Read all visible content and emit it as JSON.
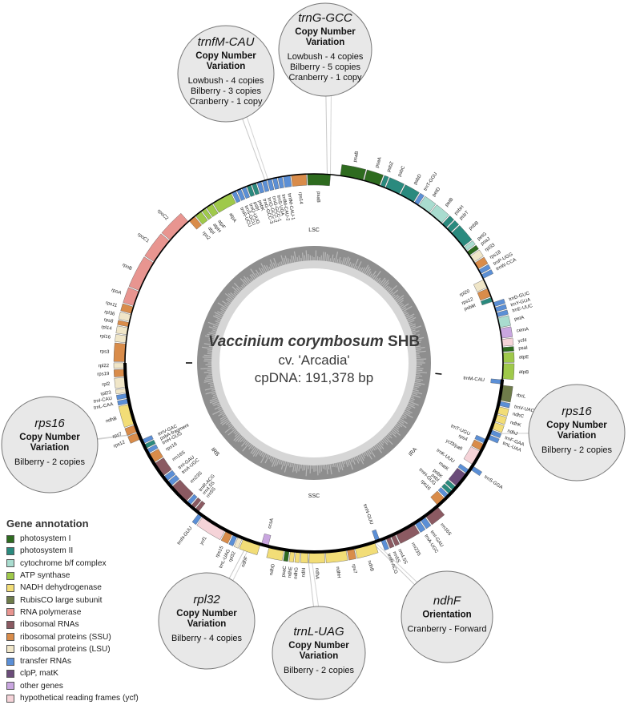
{
  "title": {
    "species": "Vaccinium corymbosum",
    "abbr": "SHB",
    "cultivar": "cv. 'Arcadia'",
    "genome": "cpDNA: 191,378 bp"
  },
  "regions": [
    "LSC",
    "IRA",
    "SSC",
    "IRB"
  ],
  "callouts": [
    {
      "gene": "trnG-GCC",
      "subtitle": [
        "Copy Number",
        "Variation"
      ],
      "lines": [
        "Lowbush - 4 copies",
        "Bilberry - 5 copies",
        "Cranberry - 1 copy"
      ]
    },
    {
      "gene": "trnfM-CAU",
      "subtitle": [
        "Copy Number",
        "Variation"
      ],
      "lines": [
        "Lowbush - 4 copies",
        "Bilberry - 3 copies",
        "Cranberry - 1 copy"
      ]
    },
    {
      "gene": "rps16",
      "subtitle": [
        "Copy Number",
        "Variation"
      ],
      "lines": [
        "Bilberry - 2 copies"
      ]
    },
    {
      "gene": "rps16",
      "subtitle": [
        "Copy Number",
        "Variation"
      ],
      "lines": [
        "Bilberry - 2 copies"
      ]
    },
    {
      "gene": "rpl32",
      "subtitle": [
        "Copy Number",
        "Variation"
      ],
      "lines": [
        "Bilberry - 4 copies"
      ]
    },
    {
      "gene": "trnL-UAG",
      "subtitle": [
        "Copy Number",
        "Variation"
      ],
      "lines": [
        "Bilberry - 2 copies"
      ]
    },
    {
      "gene": "ndhF",
      "subtitle": [
        "Orientation"
      ],
      "lines": [
        "Cranberry - Forward"
      ]
    }
  ],
  "legend": {
    "title": "Gene annotation",
    "items": [
      {
        "label": "photosystem I",
        "color": "#2e6b1f"
      },
      {
        "label": "photosystem II",
        "color": "#2a8a7e"
      },
      {
        "label": "cytochrome b/f complex",
        "color": "#a9dccf"
      },
      {
        "label": "ATP synthase",
        "color": "#9fc94a"
      },
      {
        "label": "NADH dehydrogenase",
        "color": "#f2dd77"
      },
      {
        "label": "RubisCO large subunit",
        "color": "#6e7c4a"
      },
      {
        "label": "RNA polymerase",
        "color": "#e89590"
      },
      {
        "label": "ribosomal RNAs",
        "color": "#8b5a62"
      },
      {
        "label": "ribosomal proteins (SSU)",
        "color": "#d98c4a"
      },
      {
        "label": "ribosomal proteins (LSU)",
        "color": "#f0e6c8"
      },
      {
        "label": "transfer RNAs",
        "color": "#5b8fd6"
      },
      {
        "label": "clpP, matK",
        "color": "#6b4c7a"
      },
      {
        "label": "other genes",
        "color": "#c9a6e0"
      },
      {
        "label": "hypothetical reading frames (ycf)",
        "color": "#f5d3d8"
      }
    ]
  },
  "genes": [
    {
      "name": "psaB",
      "cat": "photosystem I",
      "out": true
    },
    {
      "name": "psaA",
      "cat": "photosystem I",
      "out": true
    },
    {
      "name": "psbZ",
      "cat": "photosystem II",
      "out": true
    },
    {
      "name": "psbC",
      "cat": "photosystem II",
      "out": true
    },
    {
      "name": "psbD",
      "cat": "photosystem II",
      "out": true
    },
    {
      "name": "trnT-GGU",
      "cat": "transfer RNAs",
      "out": true
    },
    {
      "name": "petD",
      "cat": "cytochrome b/f complex",
      "out": true
    },
    {
      "name": "petB",
      "cat": "cytochrome b/f complex",
      "out": true
    },
    {
      "name": "psbH",
      "cat": "photosystem II",
      "out": true
    },
    {
      "name": "psbT",
      "cat": "photosystem II",
      "out": true
    },
    {
      "name": "psbB",
      "cat": "photosystem II",
      "out": true
    },
    {
      "name": "petG",
      "cat": "cytochrome b/f complex",
      "out": true
    },
    {
      "name": "psaJ",
      "cat": "photosystem I",
      "out": true
    },
    {
      "name": "rpl33",
      "cat": "ribosomal proteins (LSU)",
      "out": true
    },
    {
      "name": "rps18",
      "cat": "ribosomal proteins (SSU)",
      "out": true
    },
    {
      "name": "trnP-UGG",
      "cat": "transfer RNAs",
      "out": true
    },
    {
      "name": "trnW-CCA",
      "cat": "transfer RNAs",
      "out": true
    },
    {
      "name": "rpl20",
      "cat": "ribosomal proteins (LSU)",
      "out": false
    },
    {
      "name": "rps12",
      "cat": "ribosomal proteins (SSU)",
      "out": false
    },
    {
      "name": "psbM",
      "cat": "photosystem II",
      "out": false
    },
    {
      "name": "trnD-GUC",
      "cat": "transfer RNAs",
      "out": true
    },
    {
      "name": "trnY-GUA",
      "cat": "transfer RNAs",
      "out": true
    },
    {
      "name": "trnE-UUC",
      "cat": "transfer RNAs",
      "out": true
    },
    {
      "name": "petA",
      "cat": "cytochrome b/f complex",
      "out": true
    },
    {
      "name": "cemA",
      "cat": "other genes",
      "out": true
    },
    {
      "name": "ycf4",
      "cat": "hypothetical reading frames (ycf)",
      "out": true
    },
    {
      "name": "psaI",
      "cat": "photosystem I",
      "out": true
    },
    {
      "name": "atpE",
      "cat": "ATP synthase",
      "out": true
    },
    {
      "name": "atpB",
      "cat": "ATP synthase",
      "out": true
    },
    {
      "name": "trnM-CAU",
      "cat": "transfer RNAs",
      "out": false
    },
    {
      "name": "rbcL",
      "cat": "RubisCO large subunit",
      "out": true
    },
    {
      "name": "trnV-UAC",
      "cat": "transfer RNAs",
      "out": true
    },
    {
      "name": "ndhC",
      "cat": "NADH dehydrogenase",
      "out": true
    },
    {
      "name": "ndhK",
      "cat": "NADH dehydrogenase",
      "out": true
    },
    {
      "name": "ndhJ",
      "cat": "NADH dehydrogenase",
      "out": true
    },
    {
      "name": "trnF-GAA",
      "cat": "transfer RNAs",
      "out": true
    },
    {
      "name": "trnL-UAA",
      "cat": "transfer RNAs",
      "out": true
    },
    {
      "name": "trnT-UGU",
      "cat": "transfer RNAs",
      "out": false
    },
    {
      "name": "rps4",
      "cat": "ribosomal proteins (SSU)",
      "out": false
    },
    {
      "name": "ycf3/pafI",
      "cat": "hypothetical reading frames (ycf)",
      "out": false
    },
    {
      "name": "trnS-GGA",
      "cat": "transfer RNAs",
      "out": true
    },
    {
      "name": "trnK-UUU",
      "cat": "transfer RNAs",
      "out": false
    },
    {
      "name": "matK",
      "cat": "clpP, matK",
      "out": false
    },
    {
      "name": "psbK",
      "cat": "photosystem II",
      "out": false
    },
    {
      "name": "psbI",
      "cat": "photosystem II",
      "out": false
    },
    {
      "name": "trnH-GUG",
      "cat": "transfer RNAs",
      "out": false
    },
    {
      "name": "rps16",
      "cat": "ribosomal proteins (SSU)",
      "out": false
    },
    {
      "name": "rrn16S",
      "cat": "ribosomal RNAs",
      "out": true
    },
    {
      "name": "trnI-GAU",
      "cat": "transfer RNAs",
      "out": true
    },
    {
      "name": "trnA-UGC",
      "cat": "transfer RNAs",
      "out": true
    },
    {
      "name": "rrn23S",
      "cat": "ribosomal RNAs",
      "out": true
    },
    {
      "name": "rrn4.5S",
      "cat": "ribosomal RNAs",
      "out": true
    },
    {
      "name": "rrn5S",
      "cat": "ribosomal RNAs",
      "out": true
    },
    {
      "name": "trnR-ACG",
      "cat": "transfer RNAs",
      "out": true
    },
    {
      "name": "trnN-GUU",
      "cat": "transfer RNAs",
      "out": false
    },
    {
      "name": "ndhB",
      "cat": "NADH dehydrogenase",
      "out": true
    },
    {
      "name": "rps7",
      "cat": "ribosomal proteins (SSU)",
      "out": true
    },
    {
      "name": "ndhH",
      "cat": "NADH dehydrogenase",
      "out": true
    },
    {
      "name": "ndhA",
      "cat": "NADH dehydrogenase",
      "out": true
    },
    {
      "name": "ndhI",
      "cat": "NADH dehydrogenase",
      "out": true
    },
    {
      "name": "ndhG",
      "cat": "NADH dehydrogenase",
      "out": true
    },
    {
      "name": "ndhE",
      "cat": "NADH dehydrogenase",
      "out": true
    },
    {
      "name": "psaC",
      "cat": "photosystem I",
      "out": true
    },
    {
      "name": "ndhD",
      "cat": "NADH dehydrogenase",
      "out": true
    },
    {
      "name": "ccsA",
      "cat": "other genes",
      "out": false
    },
    {
      "name": "ndhF",
      "cat": "NADH dehydrogenase",
      "out": true
    },
    {
      "name": "rpl32",
      "cat": "ribosomal proteins (LSU)",
      "out": true
    },
    {
      "name": "trnL-UAG",
      "cat": "transfer RNAs",
      "out": true
    },
    {
      "name": "rps15",
      "cat": "ribosomal proteins (SSU)",
      "out": true
    },
    {
      "name": "ycf1",
      "cat": "hypothetical reading frames (ycf)",
      "out": true
    },
    {
      "name": "trnN-GUU",
      "cat": "transfer RNAs",
      "out": true
    },
    {
      "name": "rrn5S",
      "cat": "ribosomal RNAs",
      "out": false
    },
    {
      "name": "rrn4.5S",
      "cat": "ribosomal RNAs",
      "out": false
    },
    {
      "name": "trnR-ACG",
      "cat": "transfer RNAs",
      "out": false
    },
    {
      "name": "rrn23S",
      "cat": "ribosomal RNAs",
      "out": false
    },
    {
      "name": "trnA-UGC",
      "cat": "transfer RNAs",
      "out": false
    },
    {
      "name": "trnI-GAU",
      "cat": "transfer RNAs",
      "out": false
    },
    {
      "name": "rrn16S",
      "cat": "ribosomal RNAs",
      "out": false
    },
    {
      "name": "rps16",
      "cat": "ribosomal proteins (SSU)",
      "out": false
    },
    {
      "name": "trnH-GUG",
      "cat": "transfer RNAs",
      "out": false
    },
    {
      "name": "psbA-fragment",
      "cat": "photosystem II",
      "out": false
    },
    {
      "name": "trnV-GAC",
      "cat": "transfer RNAs",
      "out": false
    },
    {
      "name": "rps12",
      "cat": "ribosomal proteins (SSU)",
      "out": true
    },
    {
      "name": "rps7",
      "cat": "ribosomal proteins (SSU)",
      "out": true
    },
    {
      "name": "ndhB",
      "cat": "NADH dehydrogenase",
      "out": true
    },
    {
      "name": "trnL-CAA",
      "cat": "transfer RNAs",
      "out": true
    },
    {
      "name": "trnI-CAU",
      "cat": "transfer RNAs",
      "out": true
    },
    {
      "name": "rpl23",
      "cat": "ribosomal proteins (LSU)",
      "out": true
    },
    {
      "name": "rpl2",
      "cat": "ribosomal proteins (LSU)",
      "out": true
    },
    {
      "name": "rps19",
      "cat": "ribosomal proteins (SSU)",
      "out": true
    },
    {
      "name": "rpl22",
      "cat": "ribosomal proteins (LSU)",
      "out": true
    },
    {
      "name": "rps3",
      "cat": "ribosomal proteins (SSU)",
      "out": true
    },
    {
      "name": "rpl16",
      "cat": "ribosomal proteins (LSU)",
      "out": true
    },
    {
      "name": "rpl14",
      "cat": "ribosomal proteins (LSU)",
      "out": true
    },
    {
      "name": "rps8",
      "cat": "ribosomal proteins (SSU)",
      "out": true
    },
    {
      "name": "rpl36",
      "cat": "ribosomal proteins (LSU)",
      "out": true
    },
    {
      "name": "rps11",
      "cat": "ribosomal proteins (SSU)",
      "out": true
    },
    {
      "name": "rpoA",
      "cat": "RNA polymerase",
      "out": true
    },
    {
      "name": "rpoB",
      "cat": "RNA polymerase",
      "out": true
    },
    {
      "name": "rpoC1",
      "cat": "RNA polymerase",
      "out": true
    },
    {
      "name": "rpoC2",
      "cat": "RNA polymerase",
      "out": true
    },
    {
      "name": "rps2",
      "cat": "ribosomal proteins (SSU)",
      "out": false
    },
    {
      "name": "atpI",
      "cat": "ATP synthase",
      "out": false
    },
    {
      "name": "atpH",
      "cat": "ATP synthase",
      "out": false
    },
    {
      "name": "atpF",
      "cat": "ATP synthase",
      "out": false
    },
    {
      "name": "atpA",
      "cat": "ATP synthase",
      "out": false
    },
    {
      "name": "trnR-UCU",
      "cat": "transfer RNAs",
      "out": false
    },
    {
      "name": "trnS-GCU",
      "cat": "transfer RNAs",
      "out": false
    },
    {
      "name": "trnQ-UUG",
      "cat": "transfer RNAs",
      "out": false
    },
    {
      "name": "psbI",
      "cat": "photosystem II",
      "out": false
    },
    {
      "name": "psbK",
      "cat": "photosystem II",
      "out": false
    },
    {
      "name": "trnG-GCC-3",
      "cat": "transfer RNAs",
      "out": false
    },
    {
      "name": "trnG-GCC-2",
      "cat": "transfer RNAs",
      "out": false
    },
    {
      "name": "trnG-GCC-1",
      "cat": "transfer RNAs",
      "out": false
    },
    {
      "name": "trnS-UGA",
      "cat": "transfer RNAs",
      "out": false
    },
    {
      "name": "trnfM-CAU-2",
      "cat": "transfer RNAs",
      "out": false
    },
    {
      "name": "trnfM-CAU-1",
      "cat": "transfer RNAs",
      "out": false
    },
    {
      "name": "rps14",
      "cat": "ribosomal proteins (SSU)",
      "out": false
    },
    {
      "name": "psaB",
      "cat": "photosystem I",
      "out": false
    }
  ]
}
